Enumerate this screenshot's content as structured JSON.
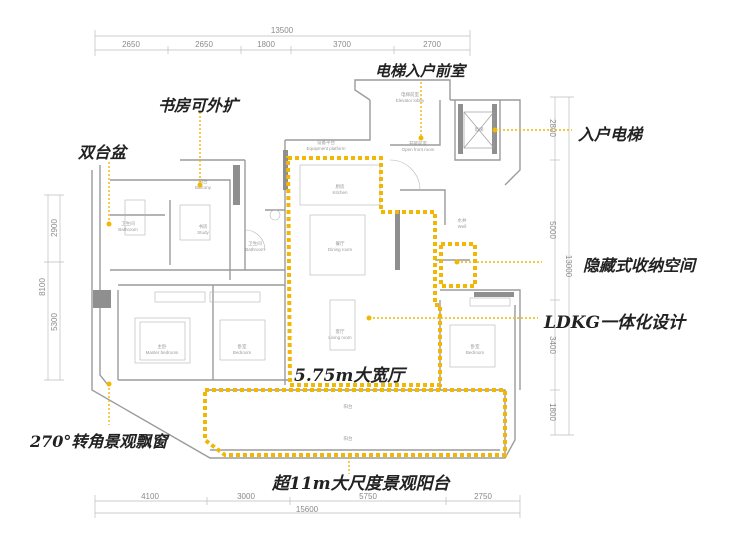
{
  "dimensions": {
    "top_total": "13500",
    "top": [
      "2650",
      "2650",
      "1800",
      "3700",
      "2700"
    ],
    "bottom_total": "15600",
    "bottom": [
      "4100",
      "3000",
      "5750",
      "2750"
    ],
    "left_total": "8100",
    "left": [
      "2900",
      "5300"
    ],
    "right_total": "13000",
    "right": [
      "2800",
      "5000",
      "3400",
      "1800"
    ]
  },
  "rooms": {
    "foyer": "电梯前室",
    "foyer_en": "Elevator lobby",
    "vestibule": "开敞前室",
    "vestibule_en": "Open front room",
    "elevator": "电梯",
    "equipment": "设备平台",
    "equipment_en": "Equipment platform",
    "kitchen": "厨房",
    "kitchen_en": "Kitchen",
    "dining": "餐厅",
    "dining_en": "Dining room",
    "living": "客厅",
    "living_en": "Living room",
    "bath1": "卫生间",
    "bath1_en": "Bathroom",
    "bath2": "卫生间",
    "bath2_en": "Bathroom",
    "study": "书房",
    "study_en": "Study",
    "balcony_small": "阳台",
    "balcony_small_en": "Balcony",
    "master": "主卧",
    "master_en": "Master bedroom",
    "bed2": "卧室",
    "bed2_en": "Bedroom",
    "bed3": "卧室",
    "bed3_en": "Bedroom",
    "shaft": "水井",
    "shaft_en": "Well",
    "terrace": "阳台",
    "terrace2": "阳台"
  },
  "callouts": {
    "double_basin": "双台盆",
    "study_expand": "书房可外扩",
    "elevator_lobby": "电梯入户前室",
    "home_elevator": "入户电梯",
    "hidden_storage": "隐藏式收纳空间",
    "ldkg": "LDKG一体化设计",
    "wide_hall": "5.75m大宽厅",
    "bay_window": "270°转角景观飘窗",
    "balcony": "超11m大尺度景观阳台"
  },
  "colors": {
    "accent": "#f2b705",
    "wall": "#9b9b9b",
    "text": "#222222"
  }
}
